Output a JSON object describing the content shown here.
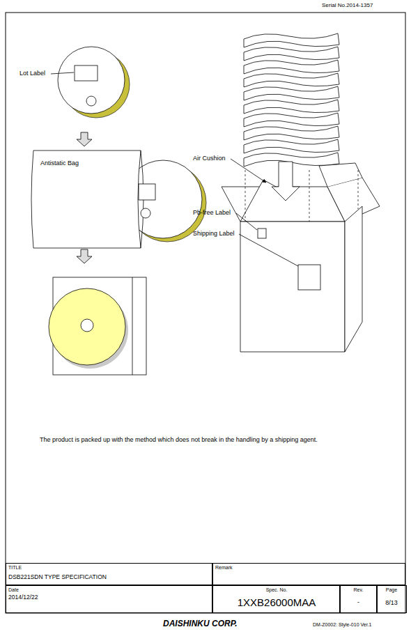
{
  "diagram": {
    "nodes": [
      {
        "text": [
          "Antistatic Bag"
        ]
      },
      {
        "text": [
          "TITLE",
          "DSB221SDN TYPE SPECIFICATION"
        ]
      },
      {
        "text": [
          "Remark"
        ]
      },
      {
        "text": [
          "Date",
          "2014/12/22"
        ]
      },
      {
        "text": [
          "Spec. No.",
          "1XXB26000MAA"
        ]
      },
      {
        "text": [
          "Rev.",
          "-"
        ]
      },
      {
        "text": [
          "Page",
          "8/13"
        ]
      }
    ],
    "labels": [
      "Serial No.2014-1357",
      "Lot Label",
      "Air Cushion",
      "Pb-free Label",
      "Shipping Label",
      "The product is packed up with the method which does not break in the handling by a shipping agent.",
      "DAISHINKU CORP.",
      "DM-Z0002: Style-010 Ver.1"
    ]
  }
}
